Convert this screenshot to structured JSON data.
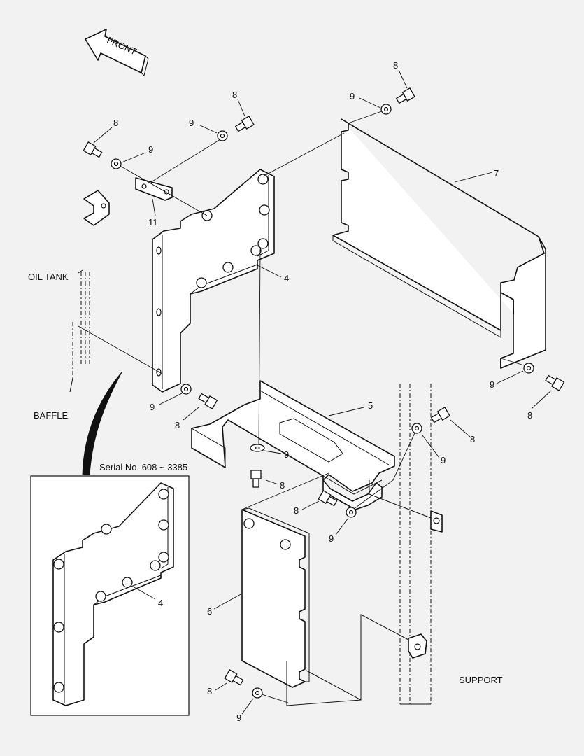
{
  "labels": {
    "front": "FRONT",
    "oil_tank": "OIL TANK",
    "baffle": "BAFFLE",
    "support": "SUPPORT",
    "serial_note": "Serial No. 608 ~ 3385"
  },
  "callouts": {
    "c8a": "8",
    "c8b": "8",
    "c8c": "8",
    "c8d": "8",
    "c8e": "8",
    "c8f": "8",
    "c8g": "8",
    "c8h": "8",
    "c8i": "8",
    "c9a": "9",
    "c9b": "9",
    "c9c": "9",
    "c9d": "9",
    "c9e": "9",
    "c9f": "9",
    "c9g": "9",
    "c9h": "9",
    "c9i": "9",
    "c7": "7",
    "c11": "11",
    "c4": "4",
    "c5": "5",
    "c6": "6",
    "c4inset": "4"
  }
}
